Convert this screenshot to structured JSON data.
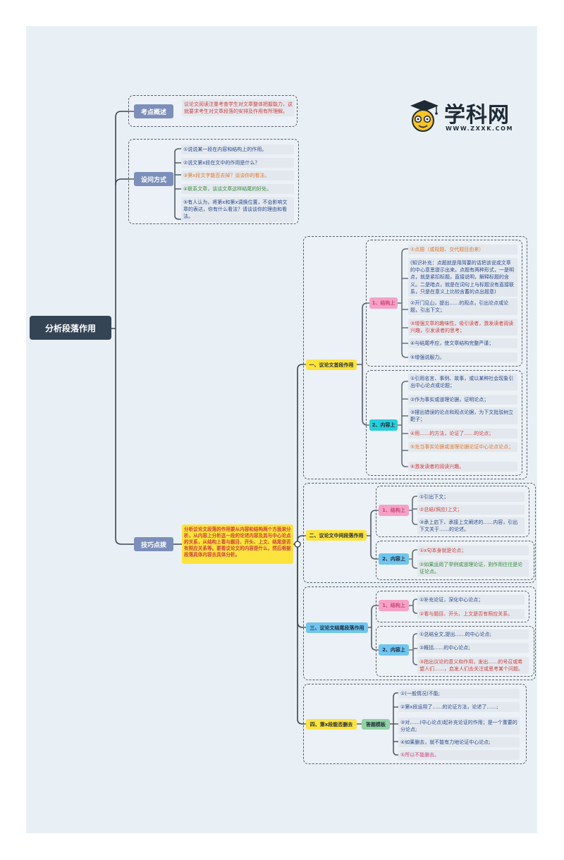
{
  "logo": {
    "name": "学科网",
    "url": "WWW.ZXXK.COM"
  },
  "root": "分析段落作用",
  "kaodian": {
    "label": "考点概述",
    "text": "议论文阅读注重考查学生对文章整体把握能力，这就要求考生对文章段落的安排及作用有所理解。"
  },
  "shewen": {
    "label": "设问方式",
    "items": [
      "①说说某一段在内容和结构上的作用。",
      "②说文第x段在文中的作用是什么？",
      "③第x段文字能否去掉？谈谈你的看法。",
      "④联系文章，谈谈文章这样结尾的好处。",
      "⑤有人认为，将第x和第x调换位置，不会影响文章的表达，你有什么看法？请谈谈你的理由和看法。"
    ]
  },
  "jiqiao": {
    "label": "技巧点拨",
    "summary": "分析议论文段落的作用要从内容和结构两个方面来分析，从内容上分析这一段的论述内容及其与中心论点的关系，从结构上看与题目、开头、上文、结尾是否有照应关系等。要看议论文的内容是什么，然后根据段落具体内容去具体分析。"
  },
  "s1": {
    "label": "一、议论文首段作用",
    "struct_label": "1、结构上",
    "struct_items": [
      "①点题（或规题、交代题目由来）",
      "(知识补充：点题就是用简要的话把该说或文章的中心意思提示出来。点题有两种形式，一是明点，就是紧扣标题，直接说明，解释标题的含义。二是暗点，就是在词句上与标题没有直接联系，只是在意义上比较含蓄的点出题意)",
      "②开门见山，提出……的观点，引出论点或论题，引出下文；",
      "③增强文章的趣味性，吸引读者，激发读者阅读兴趣，引发读者的思考；",
      "④与结尾呼应，使文章结构完整严谨；",
      "⑤增强说服力。"
    ],
    "content_label": "2、内容上",
    "content_items": [
      "①引用名言、事例、故事，或以某种社会现象引出中心论点或论题；",
      "②作为事实或道理论据，证明论点；",
      "③摆出错误的论点和观点论据，为下文批驳树立靶子；",
      "④用……的方法，论证了……的论点；",
      "⑤充当事实论据或道理论据论证中心论点论点；",
      "⑥激发读者的阅读兴趣。"
    ]
  },
  "s2": {
    "label": "二、议论文中间段落作用",
    "struct_label": "1、结构上",
    "struct_items": [
      "①引出下文；",
      "②总结(照应)上文；",
      "③承上启下、承接上文阐述的……内容，引出下文关于……的论述。"
    ],
    "content_label": "2、内容上",
    "content_items": [
      "①x句本身就是论点；",
      "②如果运用了举例或道理论证，则作用往往是论证论点。"
    ]
  },
  "s3": {
    "label": "三、议论文结尾段落作用",
    "struct_label": "1、结构上",
    "struct_items": [
      "①补充论证，深化中心论点；",
      "②看与题目、开头、上文是否有照应关系。"
    ],
    "content_label": "2、内容上",
    "content_items": [
      "①总结全文,提出……的中心论点;",
      "②概括……的中心论点;",
      "③指出议论的意义和作用，发出……的号召或希望人们……，启发人们去关注或思考某个问题。"
    ]
  },
  "s4": {
    "label": "四、第x段能否删去",
    "mid_label": "答题模板",
    "items": [
      "①(一般情况)不能;",
      "②第x段运用了……的论证方法，论述了……;",
      "③对……(中心论点)起补充论证的作用；是一个重要的分论点;",
      "④如果删去，就不能有力地论证中心论点;",
      "⑤所以不能删去。"
    ]
  },
  "colors": {
    "root_bg": "#344455",
    "branch_bg": "#7c8fba",
    "section_bg": "#fde33d",
    "struct_bg": "#f6a1c6",
    "content_bg": "#27cedb",
    "summary_bg": "#fde33d"
  }
}
